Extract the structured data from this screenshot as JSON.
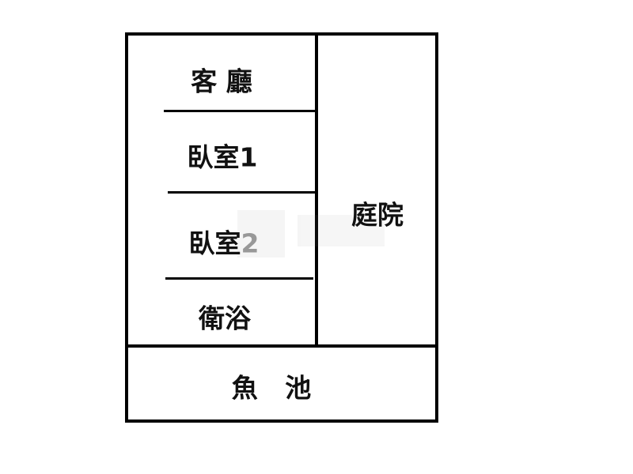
{
  "floorplan": {
    "rooms": {
      "living_room": "客 廳",
      "bedroom1": "臥室1",
      "bedroom2_prefix": "臥室",
      "bedroom2_number": "2",
      "bathroom": "衛浴",
      "courtyard": "庭院",
      "fish_pond": "魚   池"
    }
  }
}
